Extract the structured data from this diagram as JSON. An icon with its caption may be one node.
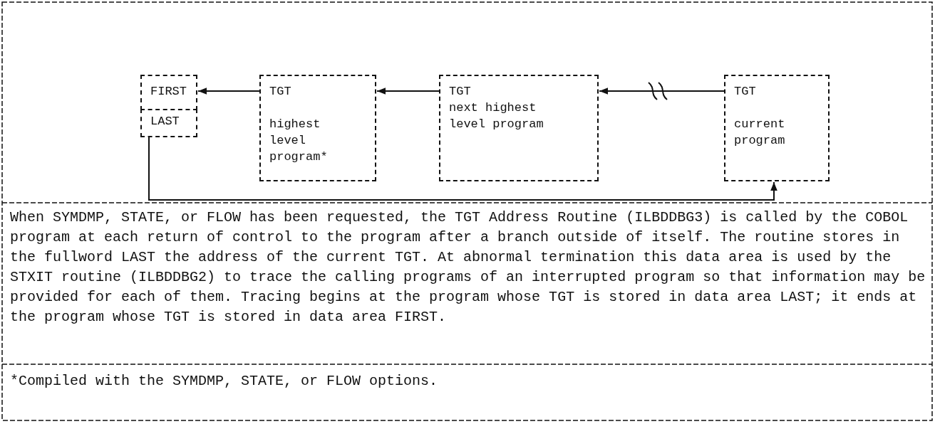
{
  "diagram": {
    "nodes": [
      {
        "text": [
          "FIRST"
        ]
      },
      {
        "text": [
          "LAST"
        ]
      },
      {
        "text": [
          "TGT",
          "highest level program*"
        ]
      },
      {
        "text": [
          "TGT",
          "next highest level program"
        ]
      },
      {
        "text": [
          "TGT",
          "current program"
        ]
      }
    ],
    "edges": [
      {
        "from": 2,
        "to": 0,
        "arrow": "to"
      },
      {
        "from": 3,
        "to": 2,
        "arrow": "to"
      },
      {
        "from": 4,
        "to": 3,
        "arrow": "to"
      },
      {
        "from": 1,
        "to": 4,
        "arrow": "to"
      }
    ],
    "labels": [
      "When SYMDMP, STATE, or FLOW has been requested, the TGT Address Routine (ILBDDBG3) is called by the COBOL program at each return of control to the program after a branch outside of itself. The routine stores in the fullword LAST the address of the current TGT. At abnormal termination this data area is used by the STXIT routine (ILBDDBG2) to trace the calling programs of an interrupted program so that information may be provided for each of them. Tracing begins at the program whose TGT is stored in data area LAST; it ends at the program whose TGT is stored in data area FIRST.",
      "*Compiled with the SYMDMP, STATE, or FLOW options."
    ]
  }
}
